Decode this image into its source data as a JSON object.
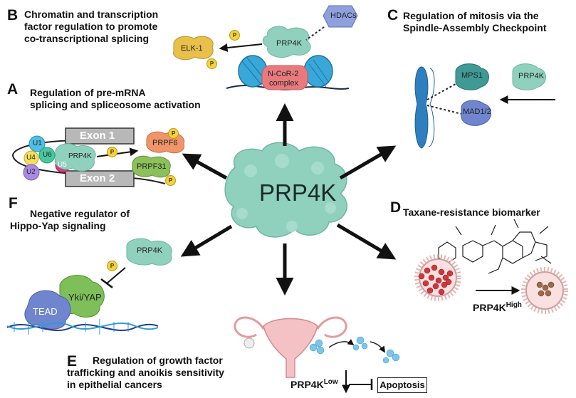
{
  "center": {
    "label": "PRP4K"
  },
  "panels": {
    "A": {
      "letter": "A",
      "title_lines": [
        "Regulation of pre-mRNA",
        "splicing and spliceosome activation"
      ]
    },
    "B": {
      "letter": "B",
      "title_lines": [
        "Chromatin and transcription",
        "factor regulation to promote",
        "co-transcriptional splicing"
      ]
    },
    "C": {
      "letter": "C",
      "title_lines": [
        "Regulation of mitosis via the",
        "Spindle-Assembly Checkpoint"
      ]
    },
    "D": {
      "letter": "D",
      "title_lines": [
        "Taxane-resistance biomarker"
      ]
    },
    "E": {
      "letter": "E",
      "title_lines": [
        "Regulation of growth factor",
        "trafficking and anoikis sensitivity",
        "in epithelial cancers"
      ]
    },
    "F": {
      "letter": "F",
      "title_lines": [
        "Negative regulator of",
        "Hippo-Yap signaling"
      ]
    }
  },
  "molecules": {
    "hdacs": "HDACs",
    "elk1": "ELK-1",
    "prp4k": "PRP4K",
    "ncor2": "N-CoR-2",
    "complex": "complex",
    "mps1": "MPS1",
    "mad12": "MAD1/2",
    "u1": "U1",
    "u4": "U4",
    "u6": "U6",
    "u2": "U2",
    "u5": "U5",
    "prpf6": "PRPF6",
    "prpf31": "PRPF31",
    "exon1": "Exon 1",
    "exon2": "Exon 2",
    "yki": "Yki/YAP",
    "tead": "TEAD",
    "p": "P"
  },
  "labels": {
    "prp4k_high_base": "PRP4K",
    "prp4k_high_sup": "High",
    "prp4k_low_base": "PRP4K",
    "prp4k_low_sup": "Low",
    "apoptosis": "Apoptosis"
  },
  "colors": {
    "prp4k": "#8fd1bd",
    "histone": "#3aa7d9",
    "ncor": "#e87a7e",
    "elk": "#e8c04a",
    "hdac": "#8fa0de",
    "chromosome": "#2f7fbf",
    "mps1": "#3f9a96",
    "mad": "#6f86cf",
    "prpf6": "#f0956a",
    "prpf31": "#8cc05a",
    "phospho": "#f6d23a",
    "yki": "#7fbf5a",
    "tead": "#6f86cf",
    "rbc": "#d0363a",
    "uterus": "#f4c2c4"
  }
}
